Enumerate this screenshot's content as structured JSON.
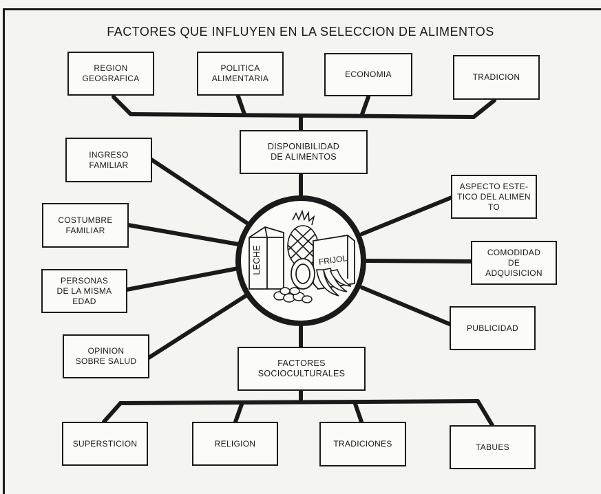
{
  "title": "FACTORES  QUE INFLUYEN  EN LA  SELECCION  DE ALIMENTOS",
  "top_factors": [
    "REGION\nGEOGRAFICA",
    "POLITICA\nALIMENTARIA",
    "ECONOMIA",
    "TRADICION"
  ],
  "top_hub": "DISPONIBILIDAD\nDE  ALIMENTOS",
  "left_factors": [
    "INGRESO\nFAMILIAR",
    "COSTUMBRE\nFAMILIAR",
    "PERSONAS\nDE LA MISMA\nEDAD",
    "OPINION\nSOBRE SALUD"
  ],
  "right_factors": [
    "ASPECTO ESTE-\nTICO DEL ALIMEN\nTO",
    "COMODIDAD\nDE\nADQUISICION",
    "PUBLICIDAD"
  ],
  "bottom_hub": "FACTORES\nSOCIOCULTURALES",
  "bottom_factors": [
    "SUPERSTICION",
    "RELIGION",
    "TRADICIONES",
    "TABUES"
  ],
  "illustration": {
    "carton_label": "LECHE",
    "box_label": "FRIJOL"
  },
  "colors": {
    "ink": "#1a1a1a",
    "paper": "#f4f4f1"
  }
}
